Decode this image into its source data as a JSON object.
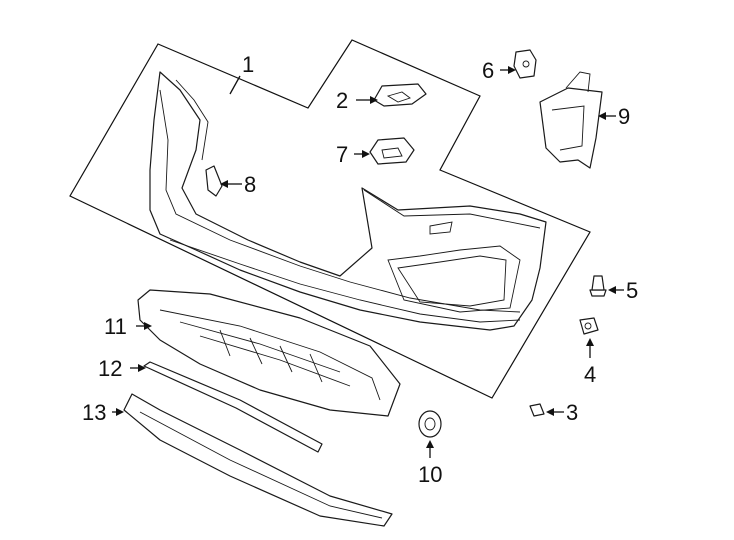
{
  "callouts": [
    {
      "id": "1",
      "part": "bumper-cover"
    },
    {
      "id": "2",
      "part": "bracket-upper"
    },
    {
      "id": "3",
      "part": "clip-nut"
    },
    {
      "id": "4",
      "part": "retainer-nut"
    },
    {
      "id": "5",
      "part": "push-pin-rivet"
    },
    {
      "id": "6",
      "part": "mounting-bracket-small"
    },
    {
      "id": "7",
      "part": "bracket-lower"
    },
    {
      "id": "8",
      "part": "retainer-clip"
    },
    {
      "id": "9",
      "part": "side-bracket"
    },
    {
      "id": "10",
      "part": "grommet"
    },
    {
      "id": "11",
      "part": "lower-shield"
    },
    {
      "id": "12",
      "part": "lower-trim-strip"
    },
    {
      "id": "13",
      "part": "lower-molding"
    }
  ],
  "colors": {
    "line": "#1a1a1a",
    "background": "#ffffff"
  }
}
